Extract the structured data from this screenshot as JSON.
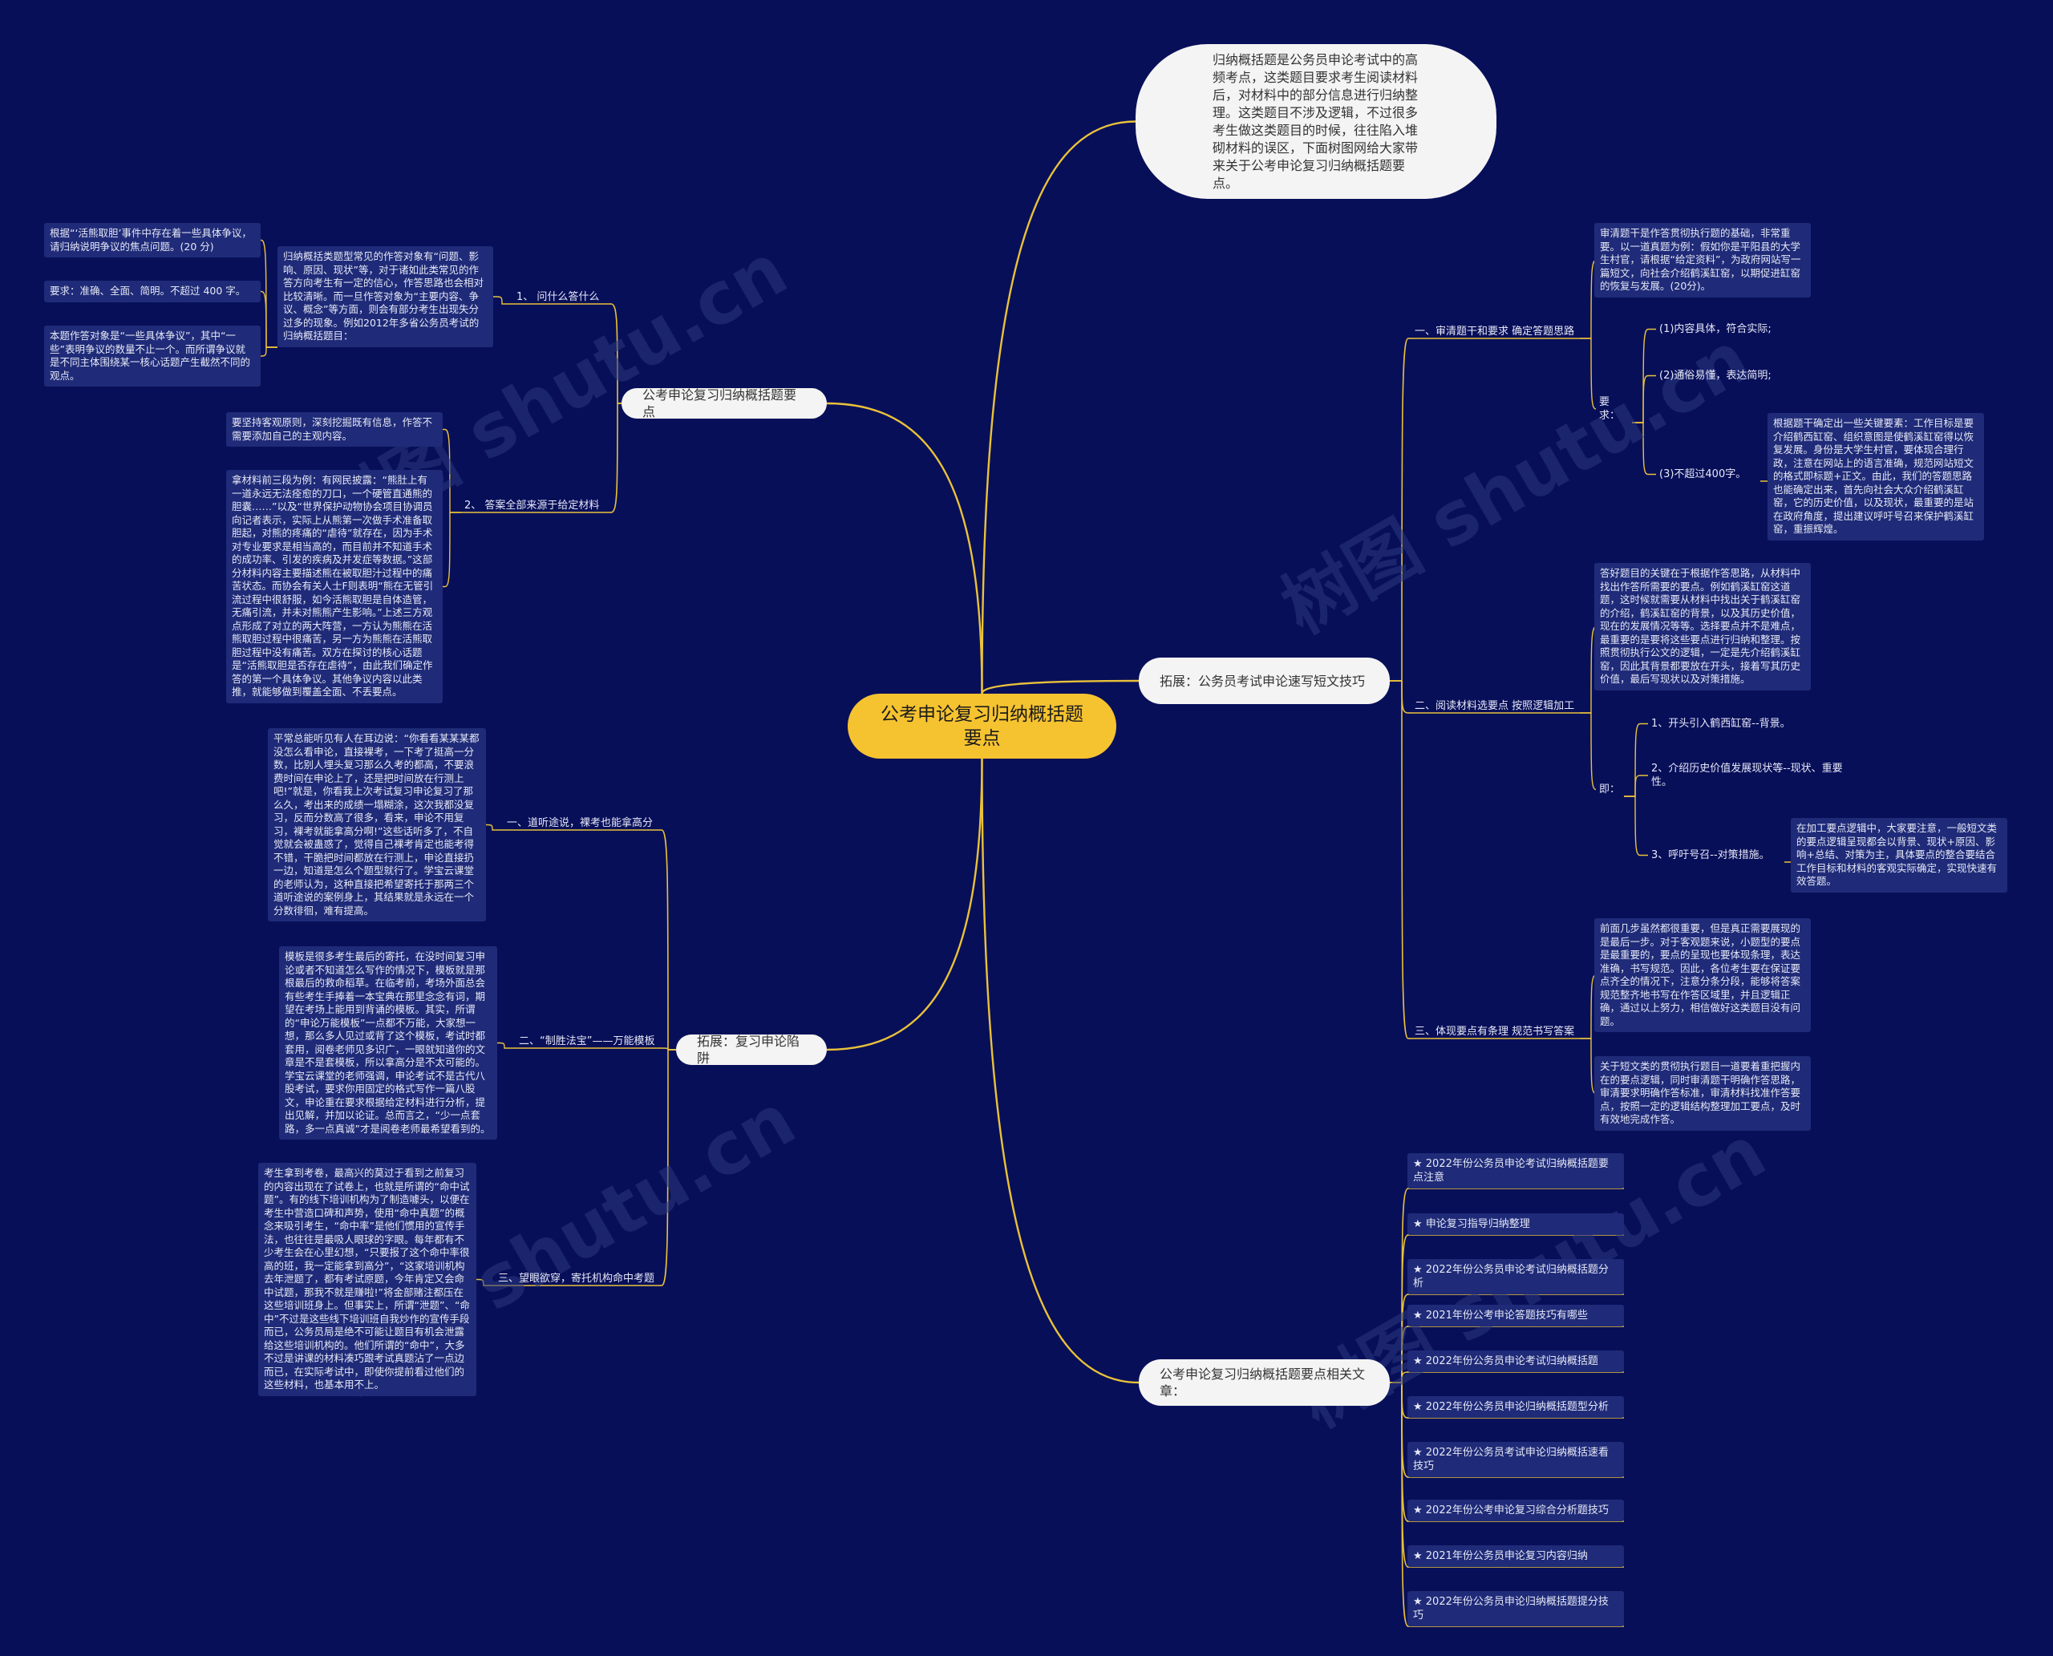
{
  "mindmap": {
    "root": "公考申论复习归纳概括题要点",
    "intro": "归纳概括题是公务员申论考试中的高频考点，这类题目要求考生阅读材料后，对材料中的部分信息进行归纳整理。这类题目不涉及逻辑，不过很多考生做这类题目的时候，往往陷入堆砌材料的误区，下面树图网给大家带来关于公考申论复习归纳概括题要点。",
    "branch_a": {
      "title": "公考申论复习归纳概括题要点",
      "q1": "1、 问什么答什么",
      "q1_body": "归纳概括类题型常见的作答对象有“问题、影响、原因、现状”等，对于诸如此类常见的作答方向考生有一定的信心，作答思路也会相对比较清晰。而一旦作答对象为“主要内容、争议、概念”等方面，则会有部分考生出现失分过多的现象。例如2012年多省公务员考试的归纳概括题目：",
      "q1_ex1": "根据“‘活熊取胆’事件中存在着一些具体争议，请归纳说明争议的焦点问题。(20 分)",
      "q1_ex2": "要求：准确、全面、简明。不超过 400 字。",
      "q1_ex3": "本题作答对象是“一些具体争议”，其中“一些”表明争议的数量不止一个。而所谓争议就是不同主体围绕某一核心话题产生截然不同的观点。",
      "q2": "2、 答案全部来源于给定材料",
      "q2_a": "要坚持客观原则，深刻挖掘既有信息，作答不需要添加自己的主观内容。",
      "q2_b": "拿材料前三段为例：有网民披露：“熊肚上有一道永远无法痊愈的刀口，一个硬管直通熊的胆囊……”以及“世界保护动物协会项目协调员向记者表示，实际上从熊第一次做手术准备取胆起，对熊的疼痛的“虐待”就存在，因为手术对专业要求是相当高的，而目前并不知道手术的成功率、引发的疾病及并发症等数据。”这部分材料内容主要描述熊在被取胆汁过程中的痛苦状态。而协会有关人士F则表明“熊在无管引流过程中很舒服，如今活熊取胆是自体造管，无痛引流，并未对熊熊产生影响。”上述三方观点形成了对立的两大阵营，一方认为熊熊在活熊取胆过程中很痛苦，另一方为熊熊在活熊取胆过程中没有痛苦。双方在探讨的核心话题是“活熊取胆是否存在虐待”，由此我们确定作答的第一个具体争议。其他争议内容以此类推，就能够做到覆盖全面、不丢要点。"
    },
    "branch_b": {
      "title": "拓展：复习申论陷阱",
      "t1": "一、道听途说，裸考也能拿高分",
      "t1_body": "平常总能听见有人在耳边说：“你看看某某某都没怎么看申论，直接裸考，一下考了挺高一分数，比别人埋头复习那么久考的都高，不要浪费时间在申论上了，还是把时间放在行测上吧!”就是，你看我上次考试复习申论复习了那么久，考出来的成绩一塌糊涂，这次我都没复习，反而分数高了很多，看来，申论不用复习，裸考就能拿高分啊!”这些话听多了，不自觉就会被蛊惑了，觉得自己裸考肯定也能考得不错，干脆把时间都放在行测上，申论直接扔一边，知道是怎么个题型就行了。学宝云课堂的老师认为，这种直接把希望寄托于那两三个道听途说的案例身上，其结果就是永远在一个分数徘徊，难有提高。",
      "t2": "二、“制胜法宝”——万能模板",
      "t2_body": "模板是很多考生最后的寄托，在没时间复习申论或者不知道怎么写作的情况下，模板就是那根最后的救命稻草。在临考前，考场外面总会有些考生手捧着一本宝典在那里念念有词，期望在考场上能用到背诵的模板。其实，所谓的“申论万能模板”一点都不万能，大家想一想，那么多人见过或背了这个模板，考试时都套用，阅卷老师见多识广，一眼就知道你的文章是不是套模板，所以拿高分是不太可能的。学宝云课堂的老师强调，申论考试不是古代八股考试，要求你用固定的格式写作一篇八股文，申论重在要求根据给定材料进行分析，提出见解，并加以论证。总而言之，“少一点套路，多一点真诚”才是阅卷老师最希望看到的。",
      "t3": "三、望眼欲穿，寄托机构命中考题",
      "t3_body": "考生拿到考卷，最高兴的莫过于看到之前复习的内容出现在了试卷上，也就是所谓的“命中试题”。有的线下培训机构为了制造噱头，以便在考生中营造口碑和声势，使用“命中真题”的概念来吸引考生，“命中率”是他们惯用的宣传手法，也往往是最吸人眼球的字眼。每年都有不少考生会在心里幻想，“只要报了这个命中率很高的班，我一定能拿到高分”，“这家培训机构去年泄题了，都有考试原题，今年肯定又会命中试题，那我不就是赚啦!”将金部赌注都压在这些培训班身上。但事实上，所谓“泄题”、“命中”不过是这些线下培训班自我炒作的宣传手段而已，公务员局是绝不可能让题目有机会泄露给这些培训机构的。他们所谓的“命中”，大多不过是讲课的材料凑巧跟考试真题沾了一点边而已，在实际考试中，即使你提前看过他们的这些材料，也基本用不上。"
    },
    "branch_c": {
      "title": "拓展：公务员考试申论速写短文技巧",
      "s1": "一、审清题干和要求 确定答题思路",
      "s1_body": "审清题干是作答贯彻执行题的基础，非常重要。以一道真题为例：假如你是平阳县的大学生村官，请根据“给定资料”，为政府网站写一篇短文，向社会介绍鹤溪缸窑，以期促进缸窑的恢复与发展。(20分)。",
      "s1_req": "要求：",
      "s1_r1": "(1)内容具体，符合实际;",
      "s1_r2": "(2)通俗易懂，表达简明;",
      "s1_r3": "(3)不超过400字。",
      "s1_r3_body": "根据题干确定出一些关键要素：工作目标是要介绍鹤西缸窑、组织意图是使鹤溪缸窑得以恢复发展。身份是大学生村官，要体现合理行政，注意在网站上的语言准确，规范网站短文的格式即标题+正文。由此，我们的答题思路也能确定出来，首先向社会大众介绍鹤溪缸窑，它的历史价值，以及现状，最重要的是站在政府角度，提出建议呼吁号召来保护鹤溪缸窑，重振辉煌。",
      "s2": "二、阅读材料选要点 按照逻辑加工",
      "s2_body": "答好题目的关键在于根据作答思路，从材料中找出作答所需要的要点。例如鹤溪缸窑这道题，这时候就需要从材料中找出关于鹤溪缸窑的介绍，鹤溪缸窑的背景，以及其历史价值，现在的发展情况等等。选择要点并不是难点，最重要的是要将这些要点进行归纳和整理。按照贯彻执行公文的逻辑，一定是先介绍鹤溪缸窑，因此其背景都要放在开头，接着写其历史价值，最后写现状以及对策措施。",
      "s2_ji": "即：",
      "s2_k1": "1、开头引入鹤西缸窑--背景。",
      "s2_k2": "2、介绍历史价值发展现状等--现状、重要性。",
      "s2_k3": "3、呼吁号召--对策措施。",
      "s2_k3_body": "在加工要点逻辑中，大家要注意，一般短文类的要点逻辑呈现都会以背景、现状+原因、影响+总结、对策为主，具体要点的整合要结合工作目标和材料的客观实际确定，实现快速有效答题。",
      "s3": "三、体现要点有条理 规范书写答案",
      "s3_body1": "前面几步虽然都很重要，但是真正需要展现的是最后一步。对于客观题来说，小题型的要点是最重要的，要点的呈现也要体现条理，表达准确，书写规范。因此，各位考生要在保证要点齐全的情况下，注意分条分段，能够将答案规范整齐地书写在作答区域里，并且逻辑正确，通过以上努力，相信做好这类题目没有问题。",
      "s3_body2": "关于短文类的贯彻执行题目一道要着重把握内在的要点逻辑，同时审清题干明确作答思路，审清要求明确作答标准，审清材料找准作答要点，按照一定的逻辑结构整理加工要点，及时有效地完成作答。"
    },
    "branch_d": {
      "title": "公考申论复习归纳概括题要点相关文章：",
      "articles": [
        "★ 2022年份公务员申论考试归纳概括题要点注意",
        "★ 申论复习指导归纳整理",
        "★ 2022年份公务员申论考试归纳概括题分析",
        "★ 2021年份公考申论答题技巧有哪些",
        "★ 2022年份公务员申论考试归纳概括题",
        "★ 2022年份公务员申论归纳概括题型分析",
        "★ 2022年份公务员考试申论归纳概括速看技巧",
        "★ 2022年份公考申论复习综合分析题技巧",
        "★ 2021年份公务员申论复习内容归纳",
        "★ 2022年份公务员申论归纳概括题提分技巧"
      ]
    }
  },
  "colors": {
    "background": "#080f59",
    "link": "#e9c23a",
    "root": "#f6c330",
    "node": "#1f2b78",
    "pill": "#f4f4f4"
  }
}
